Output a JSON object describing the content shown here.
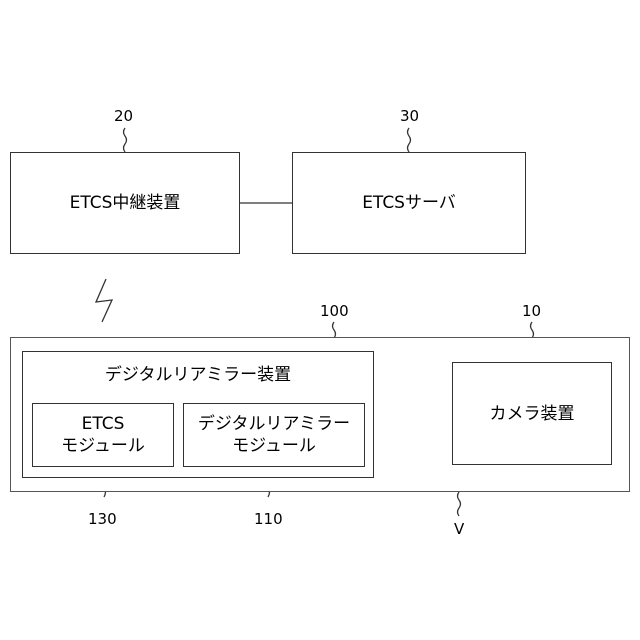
{
  "diagram": {
    "boxes": {
      "relay": {
        "label": "ETCS中継装置",
        "ref": "20"
      },
      "server": {
        "label": "ETCSサーバ",
        "ref": "30"
      },
      "vehicle": {
        "ref": "100",
        "vehicle_label": "V"
      },
      "mirror_device": {
        "label": "デジタルリアミラー装置"
      },
      "etcs_module": {
        "line1": "ETCS",
        "line2": "モジュール",
        "ref": "130"
      },
      "mirror_module": {
        "line1": "デジタルリアミラー",
        "line2": "モジュール",
        "ref": "110"
      },
      "camera": {
        "label": "カメラ装置",
        "ref": "10"
      }
    },
    "colors": {
      "line": "#333333",
      "outer_border": "#555555",
      "background": "#ffffff"
    }
  }
}
